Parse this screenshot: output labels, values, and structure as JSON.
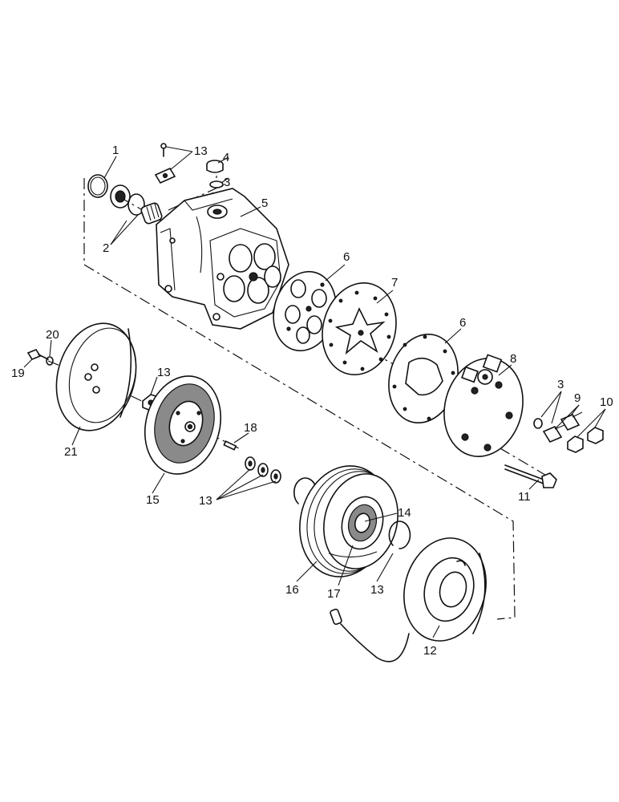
{
  "labels": {
    "l1": "1",
    "l2": "2",
    "l3a": "3",
    "l3b": "3",
    "l4": "4",
    "l5": "5",
    "l6a": "6",
    "l6b": "6",
    "l7": "7",
    "l8": "8",
    "l9": "9",
    "l10": "10",
    "l11": "11",
    "l12": "12",
    "l13a": "13",
    "l13b": "13",
    "l13c": "13",
    "l13d": "13",
    "l14": "14",
    "l15": "15",
    "l16": "16",
    "l17": "17",
    "l18": "18",
    "l19": "19",
    "l20": "20",
    "l21": "21"
  }
}
